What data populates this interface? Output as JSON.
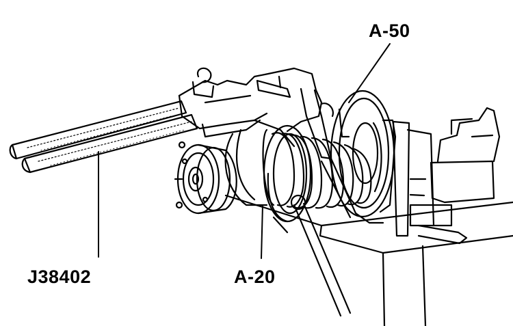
{
  "labels": {
    "tool": "J38402",
    "adapter_lower": "A-20",
    "adapter_upper": "A-50"
  },
  "colors": {
    "ink": "#000000",
    "paper": "#ffffff"
  }
}
